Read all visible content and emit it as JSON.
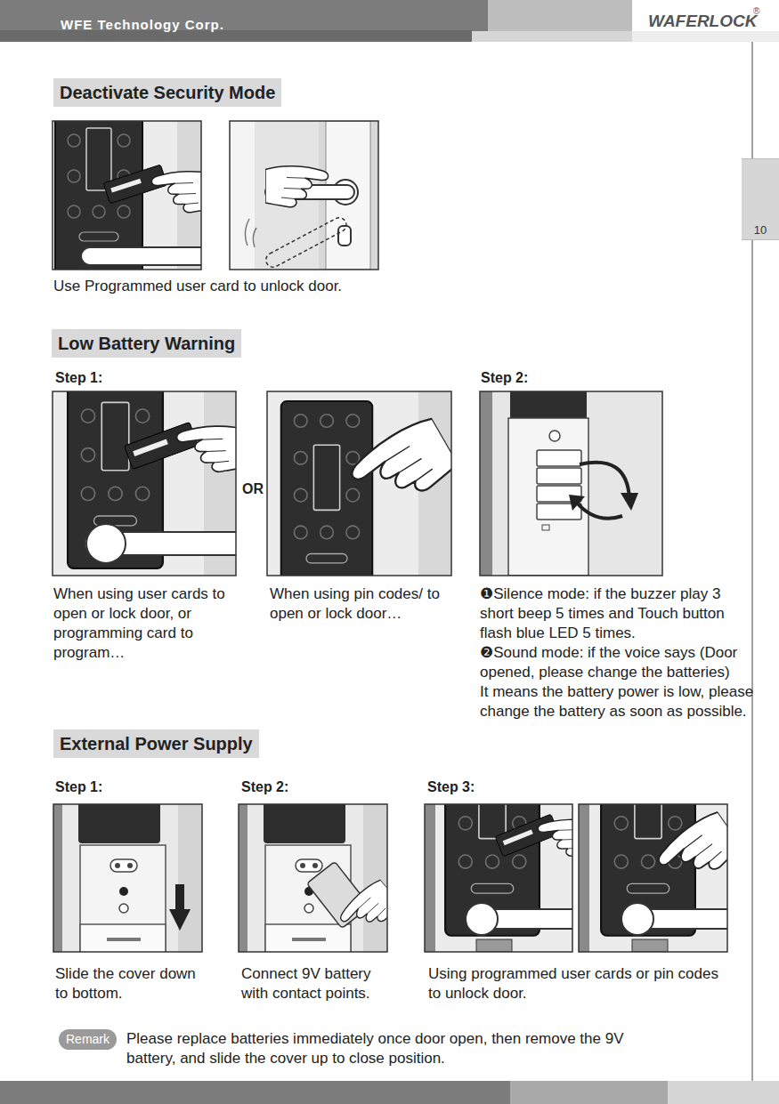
{
  "diagram": {
    "nodes": [
      {
        "text": [
          "Deactivate Security Mode"
        ]
      },
      {
        "text": [
          "10"
        ]
      },
      {
        "text": [
          "Low Battery Warning"
        ]
      },
      {
        "text": [
          "External Power Supply"
        ]
      },
      {
        "text": [
          "Remark"
        ]
      }
    ],
    "labels": [
      "WFE Technology Corp.",
      "WAFERLOCK",
      "®",
      "Use Programmed user card to unlock door.",
      "Step 1:",
      "OR",
      "Step 2:",
      "When using user cards to open or lock door, or programming card to program…",
      "When using pin codes/ to open or lock door…",
      "❶Silence mode: if the buzzer play 3 short beep 5 times and Touch button flash blue LED 5 times.",
      "❷Sound mode: if the voice says (Door opened, please change the batteries)",
      "It means the battery power is low, please change the battery as soon as possible.",
      "Step 1:",
      "Step 2:",
      "Step 3:",
      "Slide the cover down to bottom.",
      "Connect 9V battery with contact points.",
      "Using programmed user cards or pin codes to unlock door.",
      "Please replace batteries immediately once door open, then remove the 9V battery, and slide the cover up to close position."
    ]
  }
}
